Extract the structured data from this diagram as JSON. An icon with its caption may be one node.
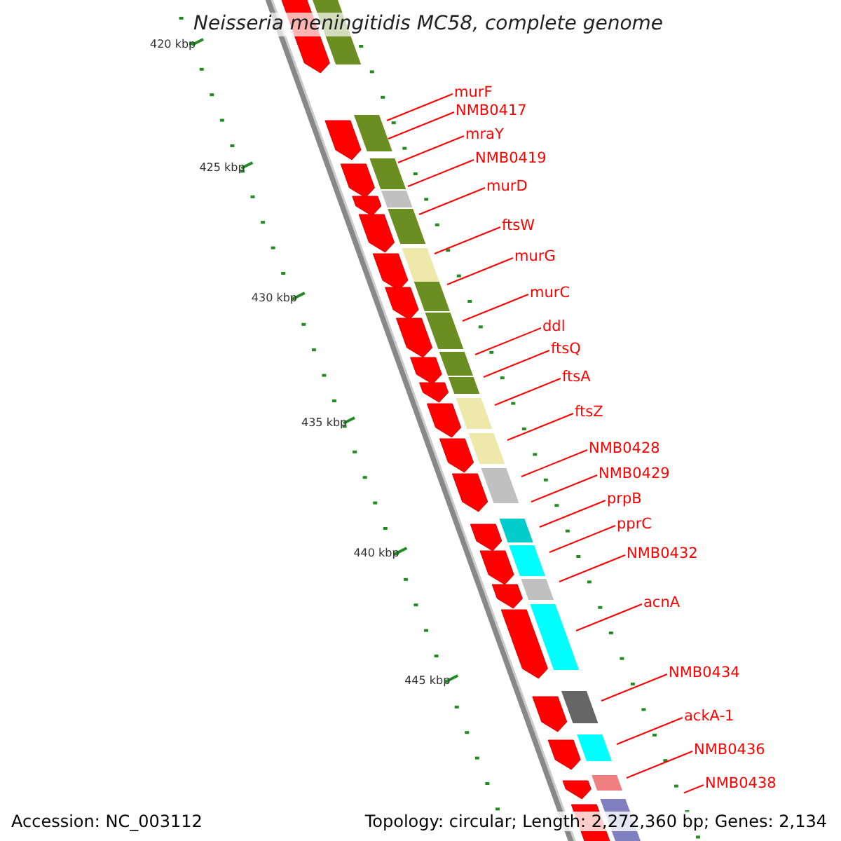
{
  "diagram": {
    "title": "Neisseria meningitidis MC58, complete genome",
    "nodes": [
      {
        "text": [
          "murF"
        ]
      },
      {
        "text": [
          "NMB0417"
        ]
      },
      {
        "text": [
          "mraY"
        ]
      },
      {
        "text": [
          "NMB0419"
        ]
      },
      {
        "text": [
          "murD"
        ]
      },
      {
        "text": [
          "ftsW"
        ]
      },
      {
        "text": [
          "murG"
        ]
      },
      {
        "text": [
          "murC"
        ]
      },
      {
        "text": [
          "ddl"
        ]
      },
      {
        "text": [
          "ftsQ"
        ]
      },
      {
        "text": [
          "ftsA"
        ]
      },
      {
        "text": [
          "ftsZ"
        ]
      },
      {
        "text": [
          "NMB0428"
        ]
      },
      {
        "text": [
          "NMB0429"
        ]
      },
      {
        "text": [
          "prpB"
        ]
      },
      {
        "text": [
          "pprC"
        ]
      },
      {
        "text": [
          "NMB0432"
        ]
      },
      {
        "text": [
          "acnA"
        ]
      },
      {
        "text": [
          "NMB0434"
        ]
      },
      {
        "text": [
          "ackA-1"
        ]
      },
      {
        "text": [
          "NMB0436"
        ]
      },
      {
        "text": [
          "NMB0438"
        ]
      }
    ],
    "edges": [
      {
        "from": 0,
        "to": null,
        "arrow": "none"
      },
      {
        "from": 1,
        "to": null,
        "arrow": "none"
      },
      {
        "from": 2,
        "to": null,
        "arrow": "none"
      },
      {
        "from": 3,
        "to": null,
        "arrow": "none"
      },
      {
        "from": 4,
        "to": null,
        "arrow": "none"
      },
      {
        "from": 5,
        "to": null,
        "arrow": "none"
      },
      {
        "from": 6,
        "to": null,
        "arrow": "none"
      },
      {
        "from": 7,
        "to": null,
        "arrow": "none"
      },
      {
        "from": 8,
        "to": null,
        "arrow": "none"
      },
      {
        "from": 9,
        "to": null,
        "arrow": "none"
      },
      {
        "from": 10,
        "to": null,
        "arrow": "none"
      },
      {
        "from": 11,
        "to": null,
        "arrow": "none"
      },
      {
        "from": 12,
        "to": null,
        "arrow": "none"
      },
      {
        "from": 13,
        "to": null,
        "arrow": "none"
      },
      {
        "from": 14,
        "to": null,
        "arrow": "none"
      },
      {
        "from": 15,
        "to": null,
        "arrow": "none"
      },
      {
        "from": 16,
        "to": null,
        "arrow": "none"
      },
      {
        "from": 17,
        "to": null,
        "arrow": "none"
      },
      {
        "from": 18,
        "to": null,
        "arrow": "none"
      },
      {
        "from": 19,
        "to": null,
        "arrow": "none"
      },
      {
        "from": 20,
        "to": null,
        "arrow": "none"
      },
      {
        "from": 21,
        "to": null,
        "arrow": "none"
      }
    ],
    "labels": [
      "420 kbp",
      "425 kbp",
      "430 kbp",
      "435 kbp",
      "440 kbp",
      "445 kbp",
      "Accession: NC_003112",
      "Topology: circular; Length: 2,272,360 bp; Genes: 2,134"
    ]
  }
}
